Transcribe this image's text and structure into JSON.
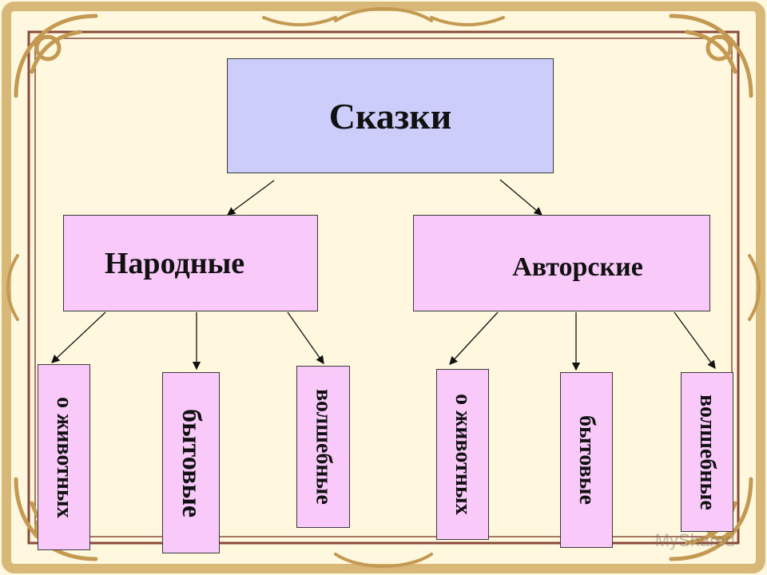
{
  "diagram": {
    "root": "Сказки",
    "branches": [
      {
        "label": "Народные",
        "leaves": [
          "о животных",
          "бытовые",
          "волшебные"
        ]
      },
      {
        "label": "Авторские",
        "leaves": [
          "о животных",
          "бытовые",
          "волшебные"
        ]
      }
    ]
  },
  "watermark": "MyShared",
  "colors": {
    "background": "#fff7de",
    "root_fill": "#cccdfb",
    "node_fill": "#f8c9f9",
    "frame_gold": "#c49a52",
    "frame_brown": "#8a4a3a"
  }
}
